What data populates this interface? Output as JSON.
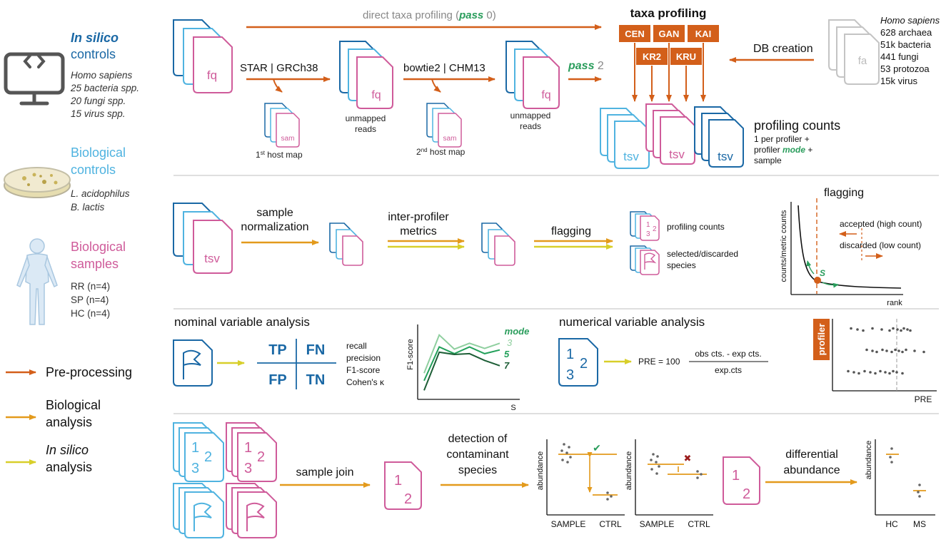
{
  "legend_left": {
    "in_silico_title": [
      "In silico",
      "controls"
    ],
    "in_silico_items": [
      "Homo sapiens",
      "25 bacteria spp.",
      "20 fungi spp.",
      "15 virus spp."
    ],
    "bio_controls_title": [
      "Biological",
      "controls"
    ],
    "bio_controls_items": [
      "L. acidophilus",
      "B. lactis"
    ],
    "bio_samples_title": [
      "Biological",
      "samples"
    ],
    "bio_samples_items": [
      "RR (n=4)",
      "SP (n=4)",
      "HC (n=4)"
    ],
    "arrow_legend": {
      "preprocessing": "Pre-processing",
      "biological": [
        "Biological",
        "analysis"
      ],
      "in_silico": [
        "In silico",
        "analysis"
      ]
    }
  },
  "row1": {
    "direct_prefix": "direct taxa profiling (",
    "direct_pass": "pass",
    "direct_suffix": " 0)",
    "step1_label": "STAR | GRCh38",
    "step2_label": "bowtie2 | CHM13",
    "pass2_word": "pass",
    "pass2_num": " 2",
    "file_fq": "fq",
    "file_sam": "sam",
    "file_fa": "fa",
    "file_tsv": "tsv",
    "unmapped": [
      "unmapped",
      "reads"
    ],
    "host_map1_pre": "1",
    "host_map1_sup": "st",
    "host_map1_post": " host map",
    "host_map2_pre": "2",
    "host_map2_sup": "nd",
    "host_map2_post": " host map",
    "taxa_title": "taxa profiling",
    "profilers_top": [
      "CEN",
      "GAN",
      "KAI"
    ],
    "profilers_bottom": [
      "KR2",
      "KRU"
    ],
    "db_creation": "DB creation",
    "db_species": "Homo sapiens",
    "db_items": [
      "628 archaea",
      "51k bacteria",
      "441 fungi",
      "53 protozoa",
      "15k virus"
    ],
    "profiling_counts_title": "profiling counts",
    "pc_line1": "1 per profiler +",
    "pc_line2_pre": "profiler ",
    "pc_line2_mode": "mode",
    "pc_line2_post": " +",
    "pc_line3": "sample"
  },
  "row2": {
    "sample_norm": [
      "sample",
      "normalization"
    ],
    "inter_profiler": [
      "inter-profiler",
      "metrics"
    ],
    "flagging": "flagging",
    "profiling_counts": "profiling counts",
    "selected_discarded": [
      "selected/discarded",
      "species"
    ],
    "flag_chart_title": "flagging",
    "flag_ylabel": "counts/metric counts",
    "flag_xlabel": "rank",
    "accepted": "accepted (high count)",
    "discarded": "discarded (low count)",
    "s_label": "S",
    "digits": [
      "1",
      "2",
      "3"
    ]
  },
  "row3": {
    "nominal_title": "nominal variable analysis",
    "confusion": [
      "TP",
      "FN",
      "FP",
      "TN"
    ],
    "metrics": [
      "recall",
      "precision",
      "F1-score",
      "Cohen's κ"
    ],
    "numerical_title": "numerical variable analysis",
    "pre_lhs": "PRE = 100",
    "pre_numerator": "obs cts. - exp cts.",
    "pre_denominator": "exp.cts",
    "profiler_box": "profiler",
    "pre_xlabel": "PRE"
  },
  "row4": {
    "sample_join": "sample join",
    "detection": [
      "detection of",
      "contaminant",
      "species"
    ],
    "differential": [
      "differential",
      "abundance"
    ],
    "abundance_label": "abundance",
    "sample": "SAMPLE",
    "ctrl": "CTRL",
    "hc": "HC",
    "ms": "MS",
    "check": "✔",
    "cross": "✖"
  },
  "chart_data": [
    {
      "type": "line",
      "ylabel": "F1-score",
      "xlabel": "S",
      "legend_title": "mode",
      "x": [
        1,
        2,
        3,
        4,
        5,
        6
      ],
      "ylim": [
        0,
        1
      ],
      "series": [
        {
          "name": "3",
          "color": "#8fcf9f",
          "values": [
            0.35,
            0.86,
            0.67,
            0.75,
            0.68,
            0.75
          ]
        },
        {
          "name": "5",
          "color": "#22a05a",
          "values": [
            0.25,
            0.7,
            0.61,
            0.7,
            0.61,
            0.66
          ]
        },
        {
          "name": "7",
          "color": "#1d5e36",
          "values": [
            0.12,
            0.63,
            0.6,
            0.61,
            0.52,
            0.45
          ]
        }
      ]
    }
  ],
  "colors": {
    "preprocessing": "#d35f1a",
    "biological": "#e39a1c",
    "in_silico": "#d8cf2a",
    "blue_dark": "#1a68a5",
    "blue_light": "#4fb3e0",
    "pink": "#cf5b9a",
    "green": "#2a9d5c",
    "grey": "#bdbdbd"
  }
}
